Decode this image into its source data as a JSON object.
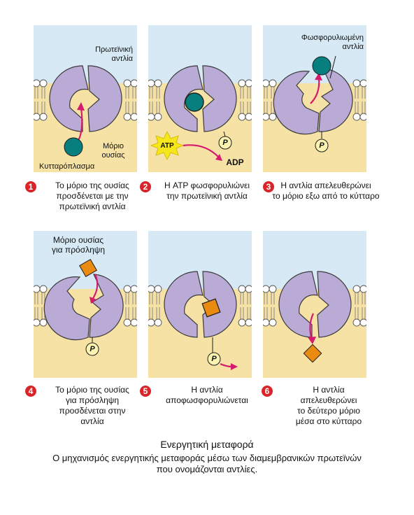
{
  "panels": [
    {
      "labels": {
        "pump": "Πρωτεϊνική\nαντλία",
        "molecule": "Μόριο\nουσίας",
        "cytoplasm": "Κυτταρόπλασμα"
      },
      "caption": {
        "num": "1",
        "text": "Το μόριο της ουσίας\nπροσδένεται με την\nπρωτεϊνική αντλία"
      }
    },
    {
      "labels": {
        "atp": "ATP",
        "phosphate": "P",
        "adp": "ADP"
      },
      "caption": {
        "num": "2",
        "text": "Η ATP φωσφορυλιώνει\nτην πρωτεϊνική αντλία"
      }
    },
    {
      "labels": {
        "phos_pump": "Φωσφορυλιωμένη\nαντλία",
        "phosphate": "P"
      },
      "caption": {
        "num": "3",
        "text": "Η αντλία απελευθερώνει\nτο μόριο εξω από το κύτταρο"
      }
    },
    {
      "labels": {
        "molecule_uptake": "Μόριο ουσίας\nγια πρόσληψη",
        "phosphate": "P"
      },
      "caption": {
        "num": "4",
        "text": "Το μόριο της ουσίας\nγια πρόσληψη\nπροσδένεται στην\nαντλία"
      }
    },
    {
      "labels": {
        "phosphate": "P"
      },
      "caption": {
        "num": "5",
        "text": "Η αντλία\nαποφωσφορυλιώνεται"
      }
    },
    {
      "labels": {},
      "caption": {
        "num": "6",
        "text": "Η αντλία\nαπελευθερώνει\nτο δεύτερο μόριο\nμέσα στο κύτταρο"
      }
    }
  ],
  "footer": {
    "title": "Ενεργητική μεταφορά",
    "subtitle": "Ο μηχανισμός ενεργητικής μεταφοράς μέσω των διαμεμβρανικών πρωτεϊνών\nπου ονομάζονται αντλίες."
  },
  "colors": {
    "outside": "#d6e9f5",
    "cytoplasm": "#f7e2a6",
    "protein": "#b9abd6",
    "molecule_teal": "#087f7f",
    "molecule_orange": "#e98a11",
    "arrow": "#d61a6c",
    "phosphate": "#fbf4b0",
    "atp_burst": "#f6e71b",
    "membrane_head": "#ffffff",
    "membrane_tail": "#888888"
  }
}
